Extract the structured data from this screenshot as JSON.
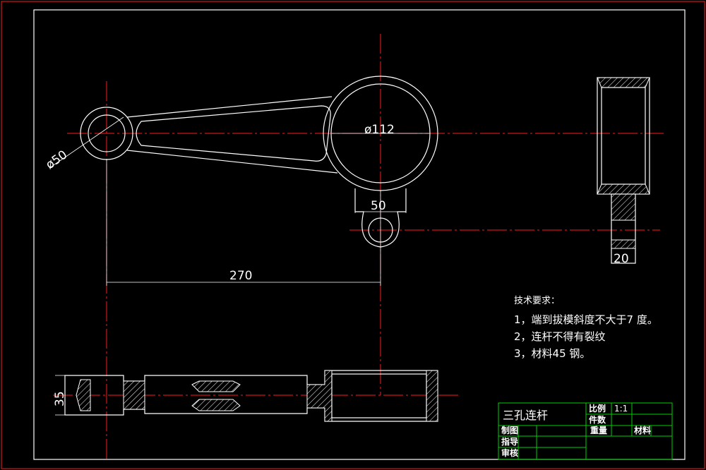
{
  "colors": {
    "background": "#000000",
    "outline": "#ffffff",
    "centerline": "#ff1a1a",
    "border": "#ff1a1a",
    "title_block": "#00d000"
  },
  "dimensions": {
    "small_hole": "ø50",
    "big_hole": "ø112",
    "boss_width": "50",
    "center_distance": "270",
    "thickness": "35",
    "rib": "20"
  },
  "technical_requirements": {
    "heading": "技术要求：",
    "items": [
      "1，端到拔模斜度不大于7 度。",
      "2，连杆不得有裂纹",
      "3，材料45 钢。"
    ]
  },
  "title_block": {
    "part_name": "三孔连杆",
    "scale_label": "比例",
    "scale_value": "1:1",
    "quantity_label": "件数",
    "drawn_label": "制图",
    "weight_label": "重量",
    "material_label": "材料",
    "guide_label": "指导",
    "review_label": "审核"
  }
}
